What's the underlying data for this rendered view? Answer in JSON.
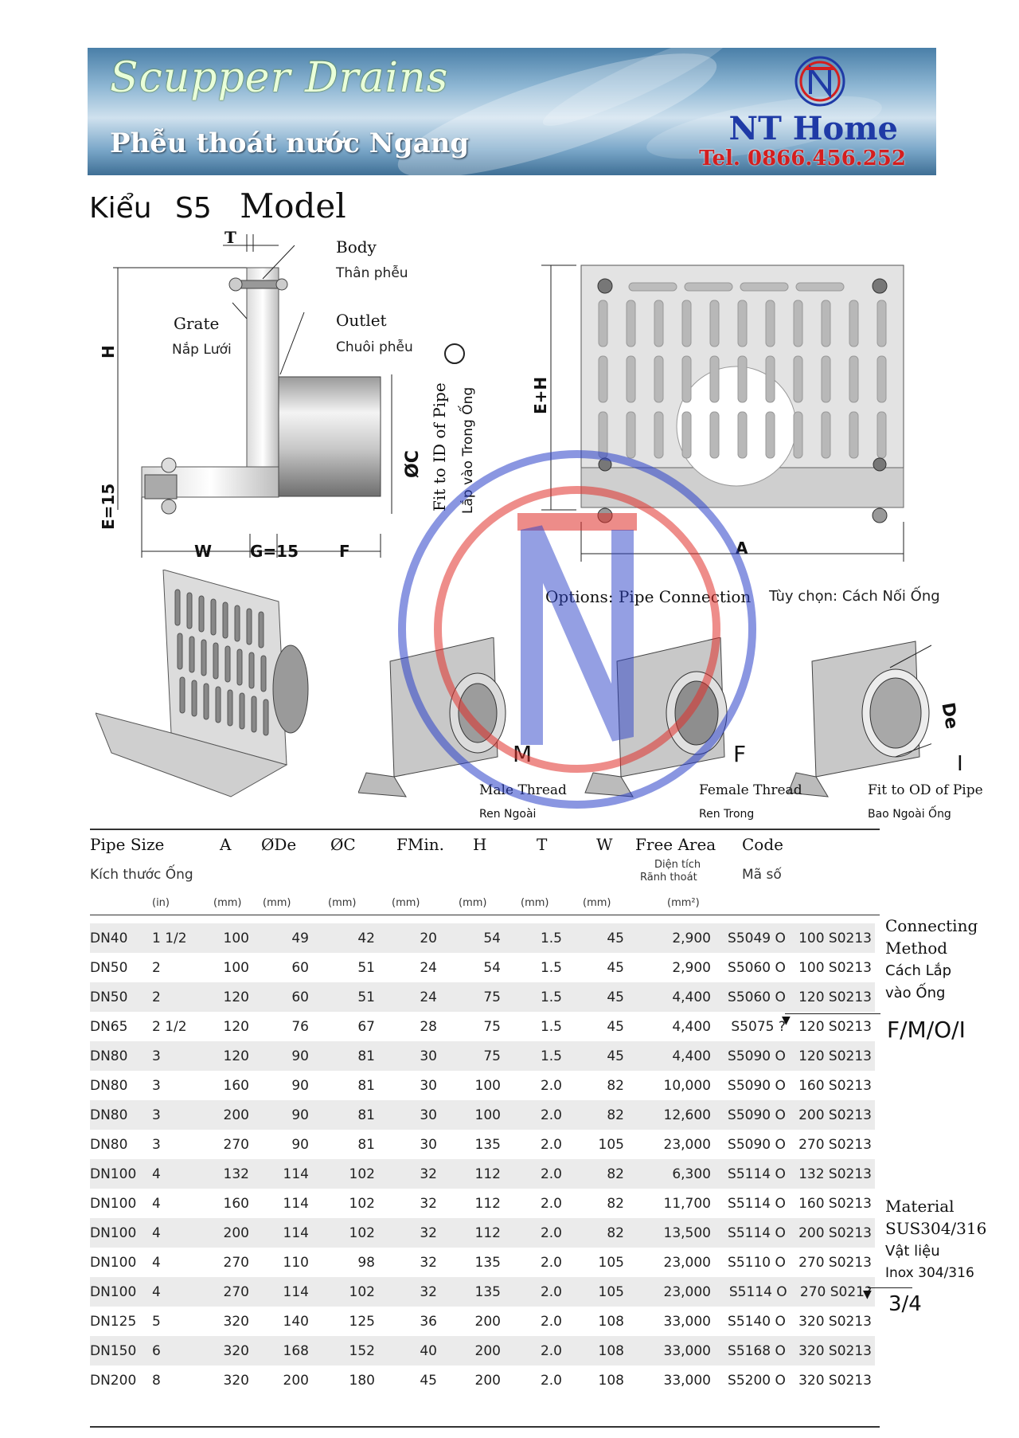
{
  "banner": {
    "title": "Scupper Drains",
    "subtitle": "Phễu thoát nước Ngang",
    "brand": "NT Home",
    "tel": "Tel. 0866.456.252"
  },
  "model": {
    "kieu": "Kiểu",
    "code": "S5",
    "word": "Model"
  },
  "diagram": {
    "t": "T",
    "body": "Body",
    "body_vn": "Thân phễu",
    "grate": "Grate",
    "grate_vn": "Nắp Lưới",
    "outlet": "Outlet",
    "outlet_vn": "Chuôi phễu",
    "h": "H",
    "e15": "E=15",
    "oc": "ØC",
    "fit_id": "Fit to ID of Pipe",
    "fit_id_vn": "Lắp vào Trong Ống",
    "eh": "E+H",
    "w": "W",
    "g15": "G=15",
    "f": "F",
    "a": "A"
  },
  "options": {
    "title": "Options: Pipe Connection",
    "title_vn": "Tùy chọn: Cách Nối Ống",
    "male_letter": "M",
    "male": "Male Thread",
    "male_vn": "Ren Ngoài",
    "female_letter": "F",
    "female": "Female Thread",
    "female_vn": "Ren Trong",
    "de": "De",
    "i_letter": "I",
    "od": "Fit to OD of Pipe",
    "od_vn": "Bao Ngoài Ống"
  },
  "table": {
    "headers": {
      "size": "Pipe Size",
      "size_vn": "Kích thước Ống",
      "a": "A",
      "de": "ØDe",
      "c": "ØC",
      "f": "FMin.",
      "h": "H",
      "t": "T",
      "w": "W",
      "fa": "Free Area",
      "fa_vn1": "Diện tích",
      "fa_vn2": "Rãnh thoát",
      "code": "Code",
      "code_vn": "Mã số"
    },
    "units": {
      "in": "(in)",
      "a": "(mm)",
      "de": "(mm)",
      "c": "(mm)",
      "f": "(mm)",
      "h": "(mm)",
      "t": "(mm)",
      "w": "(mm)",
      "fa": "(mm²)"
    },
    "rows": [
      [
        "DN40",
        "1 1/2",
        "100",
        "49",
        "42",
        "20",
        "54",
        "1.5",
        "45",
        "2,900",
        "S5049 O   100 S0213"
      ],
      [
        "DN50",
        "2",
        "100",
        "60",
        "51",
        "24",
        "54",
        "1.5",
        "45",
        "2,900",
        "S5060 O   100 S0213"
      ],
      [
        "DN50",
        "2",
        "120",
        "60",
        "51",
        "24",
        "75",
        "1.5",
        "45",
        "4,400",
        "S5060 O   120 S0213"
      ],
      [
        "DN65",
        "2 1/2",
        "120",
        "76",
        "67",
        "28",
        "75",
        "1.5",
        "45",
        "4,400",
        "S5075 ?   120 S0213"
      ],
      [
        "DN80",
        "3",
        "120",
        "90",
        "81",
        "30",
        "75",
        "1.5",
        "45",
        "4,400",
        "S5090 O   120 S0213"
      ],
      [
        "DN80",
        "3",
        "160",
        "90",
        "81",
        "30",
        "100",
        "2.0",
        "82",
        "10,000",
        "S5090 O   160 S0213"
      ],
      [
        "DN80",
        "3",
        "200",
        "90",
        "81",
        "30",
        "100",
        "2.0",
        "82",
        "12,600",
        "S5090 O   200 S0213"
      ],
      [
        "DN80",
        "3",
        "270",
        "90",
        "81",
        "30",
        "135",
        "2.0",
        "105",
        "23,000",
        "S5090 O   270 S0213"
      ],
      [
        "DN100",
        "4",
        "132",
        "114",
        "102",
        "32",
        "112",
        "2.0",
        "82",
        "6,300",
        "S5114 O   132 S0213"
      ],
      [
        "DN100",
        "4",
        "160",
        "114",
        "102",
        "32",
        "112",
        "2.0",
        "82",
        "11,700",
        "S5114 O   160 S0213"
      ],
      [
        "DN100",
        "4",
        "200",
        "114",
        "102",
        "32",
        "112",
        "2.0",
        "82",
        "13,500",
        "S5114 O   200 S0213"
      ],
      [
        "DN100",
        "4",
        "270",
        "110",
        "98",
        "32",
        "135",
        "2.0",
        "105",
        "23,000",
        "S5110 O   270 S0213"
      ],
      [
        "DN100",
        "4",
        "270",
        "114",
        "102",
        "32",
        "135",
        "2.0",
        "105",
        "23,000",
        "S5114 O   270 S021?"
      ],
      [
        "DN125",
        "5",
        "320",
        "140",
        "125",
        "36",
        "200",
        "2.0",
        "108",
        "33,000",
        "S5140 O   320 S0213"
      ],
      [
        "DN150",
        "6",
        "320",
        "168",
        "152",
        "40",
        "200",
        "2.0",
        "108",
        "33,000",
        "S5168 O   320 S0213"
      ],
      [
        "DN200",
        "8",
        "320",
        "200",
        "180",
        "45",
        "200",
        "2.0",
        "108",
        "33,000",
        "S5200 O   320 S0213"
      ]
    ]
  },
  "side": {
    "connecting1": "Connecting",
    "connecting2": "Method",
    "cach1": "Cách Lắp",
    "cach2": "vào Ống",
    "fmoi": "F/M/O/I",
    "material": "Material",
    "sus": "SUS304/316",
    "vatlieu": "Vật liệu",
    "inox": "Inox 304/316",
    "grade": "3/4"
  },
  "colors": {
    "brand_blue": "#1f3aa6",
    "brand_red": "#d41e1e",
    "row_shade": "#ebebeb"
  }
}
